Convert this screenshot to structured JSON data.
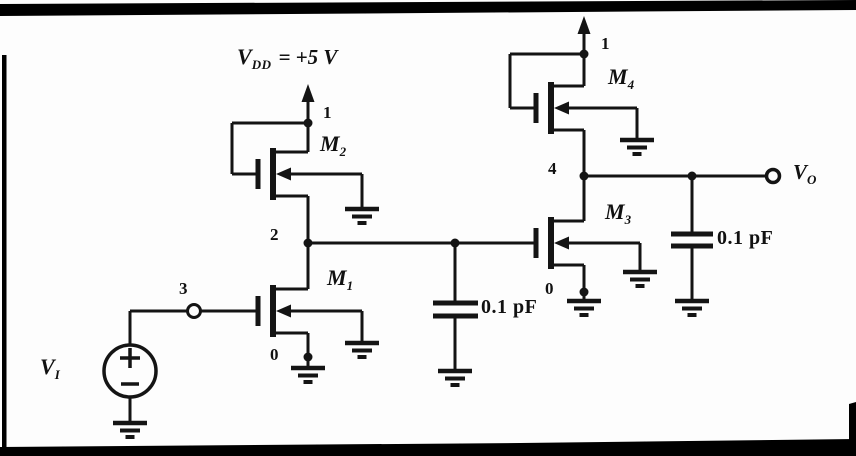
{
  "figure": {
    "kind": "circuit-schematic"
  },
  "supply_label": {
    "base": "V",
    "sub": "DD",
    "eq": "= +5 V"
  },
  "input_label": {
    "base": "V",
    "sub": "I"
  },
  "output_label": {
    "base": "V",
    "sub": "O"
  },
  "transistor_labels": {
    "m1": {
      "base": "M",
      "sub": "1"
    },
    "m2": {
      "base": "M",
      "sub": "2"
    },
    "m3": {
      "base": "M",
      "sub": "3"
    },
    "m4": {
      "base": "M",
      "sub": "4"
    }
  },
  "node_labels": {
    "left_supply": "1",
    "mid": "2",
    "input": "3",
    "left_source": "0",
    "right_supply": "1",
    "output_node": "4",
    "right_source": "0"
  },
  "capacitor_labels": {
    "middle": "0.1 pF",
    "output": "0.1 pF"
  },
  "colors": {
    "ink": "#141414",
    "paper": "#fdfdfd",
    "border": "#000000"
  }
}
